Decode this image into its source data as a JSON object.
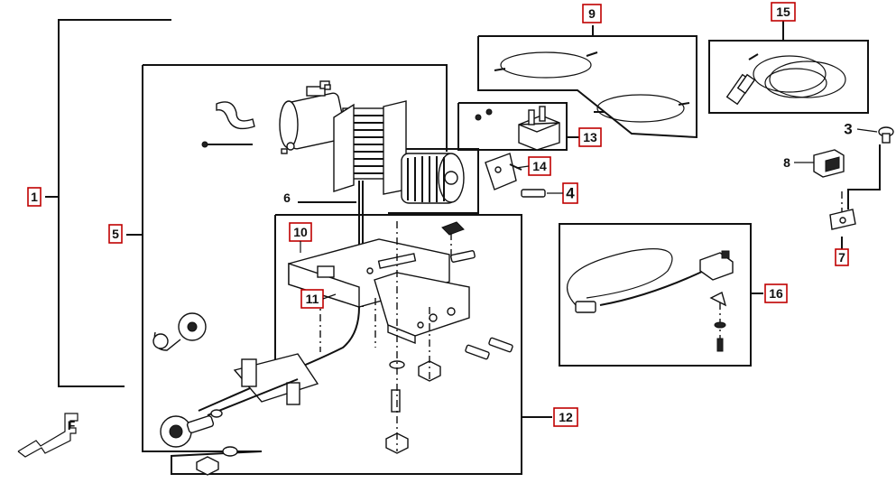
{
  "callouts": {
    "c1": "1",
    "c3": "3",
    "c4": "4",
    "c5": "5",
    "c6": "6",
    "c7": "7",
    "c8": "8",
    "c9": "9",
    "c10": "10",
    "c11": "11",
    "c12": "12",
    "c13": "13",
    "c14": "14",
    "c15": "15",
    "c16": "16"
  },
  "direction_mark": "F",
  "colors": {
    "line": "#111111",
    "callout_border": "#c00000",
    "background": "#ffffff"
  }
}
